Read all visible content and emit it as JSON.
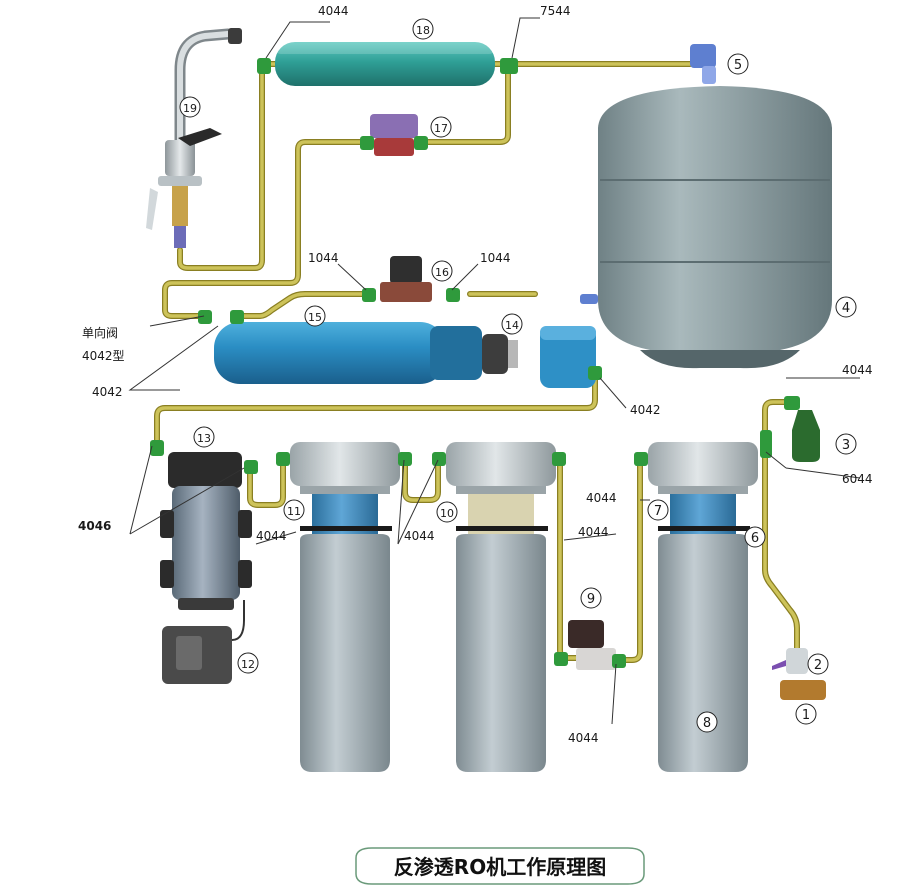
{
  "title": "反渗透RO机工作原理图",
  "colors": {
    "tube": "#c2b84a",
    "tube_edge": "#8a7f22",
    "fitting": "#2f9a3c",
    "tank": "#8c9ea2",
    "membrane": "#2d8fb8",
    "post_filter": "#3aa9a0",
    "housing": "#aab6bc"
  },
  "part_numbers": {
    "n1": "1",
    "n2": "2",
    "n3": "3",
    "n4": "4",
    "n5": "5",
    "n6": "6",
    "n7": "7",
    "n8": "8",
    "n9": "9",
    "n10": "10",
    "n11": "11",
    "n12": "12",
    "n13": "13",
    "n14": "14",
    "n15": "15",
    "n16": "16",
    "n17": "17",
    "n18": "18",
    "n19": "19"
  },
  "fittings": {
    "f_4044_top": "4044",
    "f_7544": "7544",
    "f_1044_left": "1044",
    "f_1044_right": "1044",
    "f_check_valve": "单向阀",
    "f_4042_type": "4042型",
    "f_4042_left": "4042",
    "f_4042_right": "4042",
    "f_4044_right_top": "4044",
    "f_6044": "6044",
    "f_4046": "4046",
    "f_4044_pump": "4044",
    "f_4044_mid": "4044",
    "f_4044_f3_upper": "4044",
    "f_4044_f3_lower": "4044",
    "f_4044_bottom": "4044"
  }
}
